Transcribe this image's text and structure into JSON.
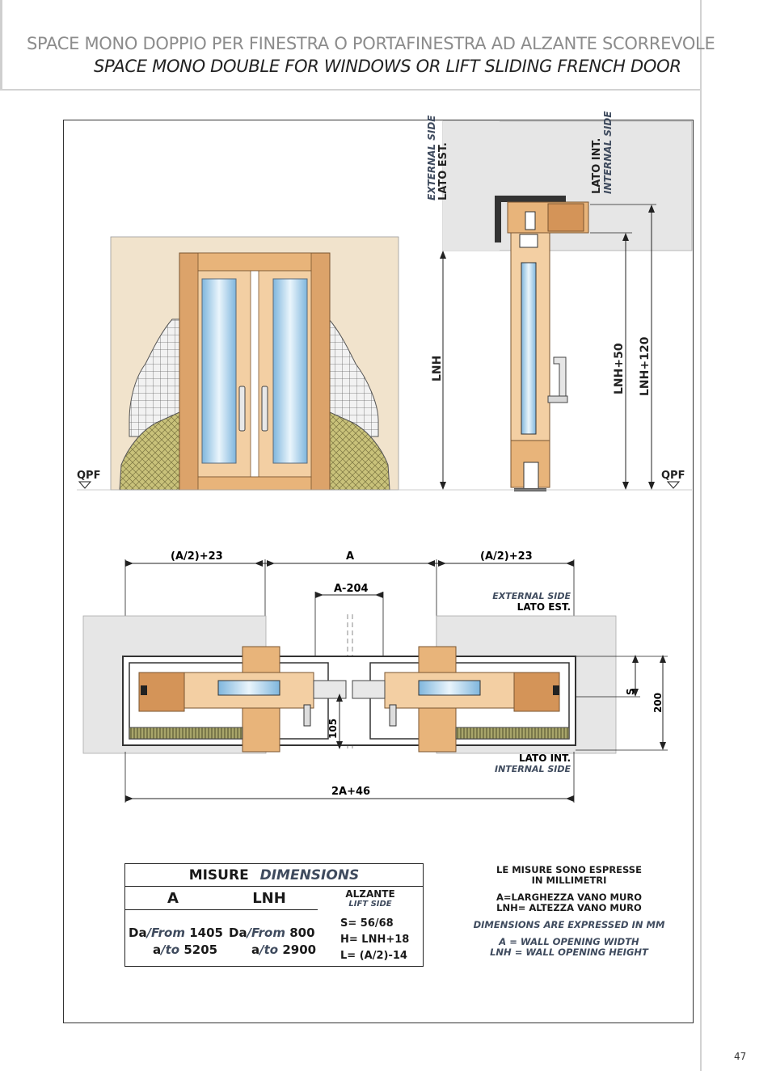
{
  "header": {
    "title_it": "SPACE MONO DOPPIO PER FINESTRA O PORTAFINESTRA AD ALZANTE SCORREVOLE",
    "title_en": "SPACE MONO DOUBLE FOR WINDOWS OR LIFT SLIDING FRENCH DOOR"
  },
  "section_view": {
    "external_side": "EXTERNAL SIDE",
    "lato_est": "LATO EST.",
    "lato_int": "LATO INT.",
    "internal_side": "INTERNAL SIDE",
    "dim_lnh": "LNH",
    "dim_lnh50": "LNH+50",
    "dim_lnh120": "LNH+120",
    "qpf_left": "QPF",
    "qpf_right": "QPF"
  },
  "plan_view": {
    "dim_half_left": "(A/2)+23",
    "dim_a": "A",
    "dim_half_right": "(A/2)+23",
    "dim_a204": "A-204",
    "external_side": "EXTERNAL SIDE",
    "lato_est": "LATO EST.",
    "dim_s": "S",
    "dim_200": "200",
    "dim_105": "105",
    "lato_int": "LATO INT.",
    "internal_side": "INTERNAL SIDE",
    "dim_2a46": "2A+46"
  },
  "table": {
    "title_it": "MISURE",
    "title_en": "DIMENSIONS",
    "col_a": "A",
    "col_lnh": "LNH",
    "col_alzante": "ALZANTE",
    "col_lift": "LIFT SIDE",
    "a_from_label_it": "Da",
    "a_from_label_en": "/From",
    "a_from": "1405",
    "a_to_label_it": "a",
    "a_to_label_en": "/to",
    "a_to": "5205",
    "lnh_from_label_it": "Da",
    "lnh_from_label_en": "/From",
    "lnh_from": "800",
    "lnh_to_label_it": "a",
    "lnh_to_label_en": "/to",
    "lnh_to": "2900",
    "s_formula": "S= 56/68",
    "h_formula": "H= LNH+18",
    "l_formula": "L= (A/2)-14"
  },
  "notes": {
    "it1": "LE MISURE SONO ESPRESSE",
    "it2": "IN MILLIMETRI",
    "it3": "A=LARGHEZZA VANO MURO",
    "it4": "LNH= ALTEZZA VANO MURO",
    "en1": "DIMENSIONS ARE EXPRESSED IN MM",
    "en2": "A = WALL OPENING WIDTH",
    "en3": "LNH = WALL OPENING HEIGHT"
  },
  "page_number": "47",
  "colors": {
    "wood": "#e8b47a",
    "wood_dark": "#c98a4a",
    "glass": "#9cc9e6",
    "wall": "#e6e6e6",
    "plaster": "#b8b07a",
    "accent_text": "#3f4b5e"
  }
}
